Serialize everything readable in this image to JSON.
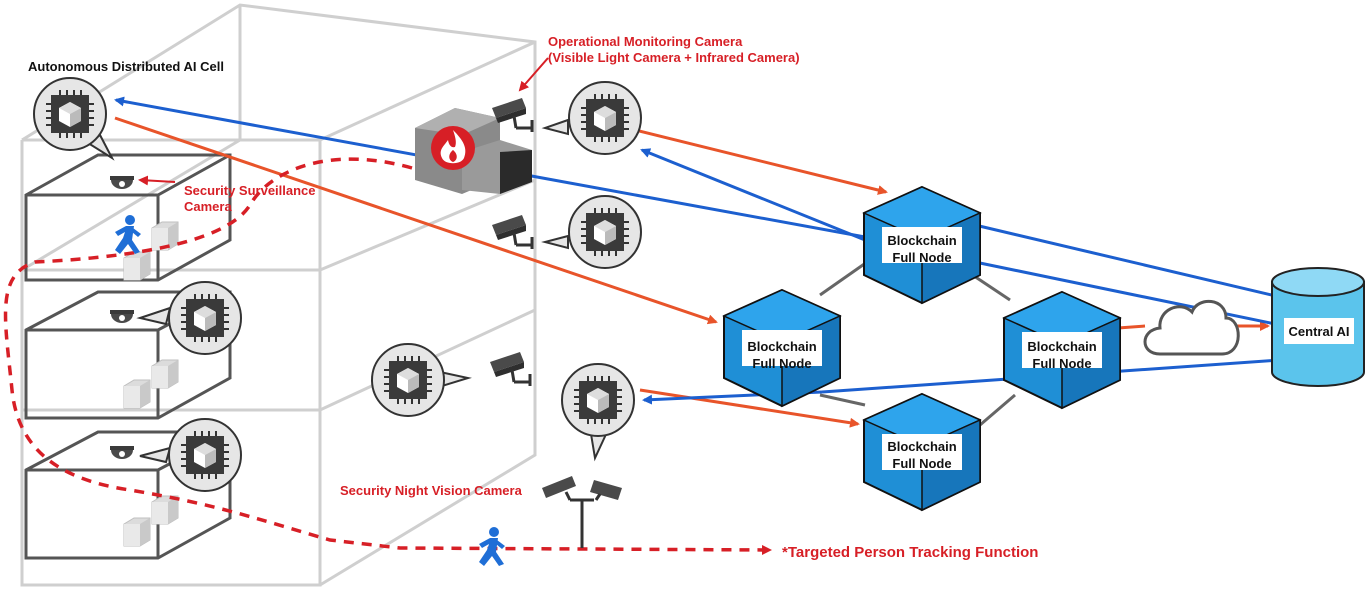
{
  "labels": {
    "ai_cell": "Autonomous Distributed AI Cell",
    "op_cam_line1": "Operational Monitoring Camera",
    "op_cam_line2": "(Visible Light Camera + Infrared Camera)",
    "sec_cam_line1": "Security Surveillance",
    "sec_cam_line2": "Camera",
    "night_cam": "Security Night Vision Camera",
    "tracking": "*Targeted Person Tracking Function"
  },
  "nodes": [
    {
      "line1": "Blockchain",
      "line2": "Full Node"
    },
    {
      "line1": "Blockchain",
      "line2": "Full Node"
    },
    {
      "line1": "Blockchain",
      "line2": "Full Node"
    },
    {
      "line1": "Blockchain",
      "line2": "Full Node"
    }
  ],
  "central": {
    "label": "Central AI"
  },
  "colors": {
    "red": "#d71f26",
    "orange": "#e8542a",
    "blue": "#1c5fcf",
    "cube": "#1f8fd6",
    "cylinder": "#5bc4ec",
    "chip_bg": "#e6e6e6",
    "building": "#cccccc"
  }
}
